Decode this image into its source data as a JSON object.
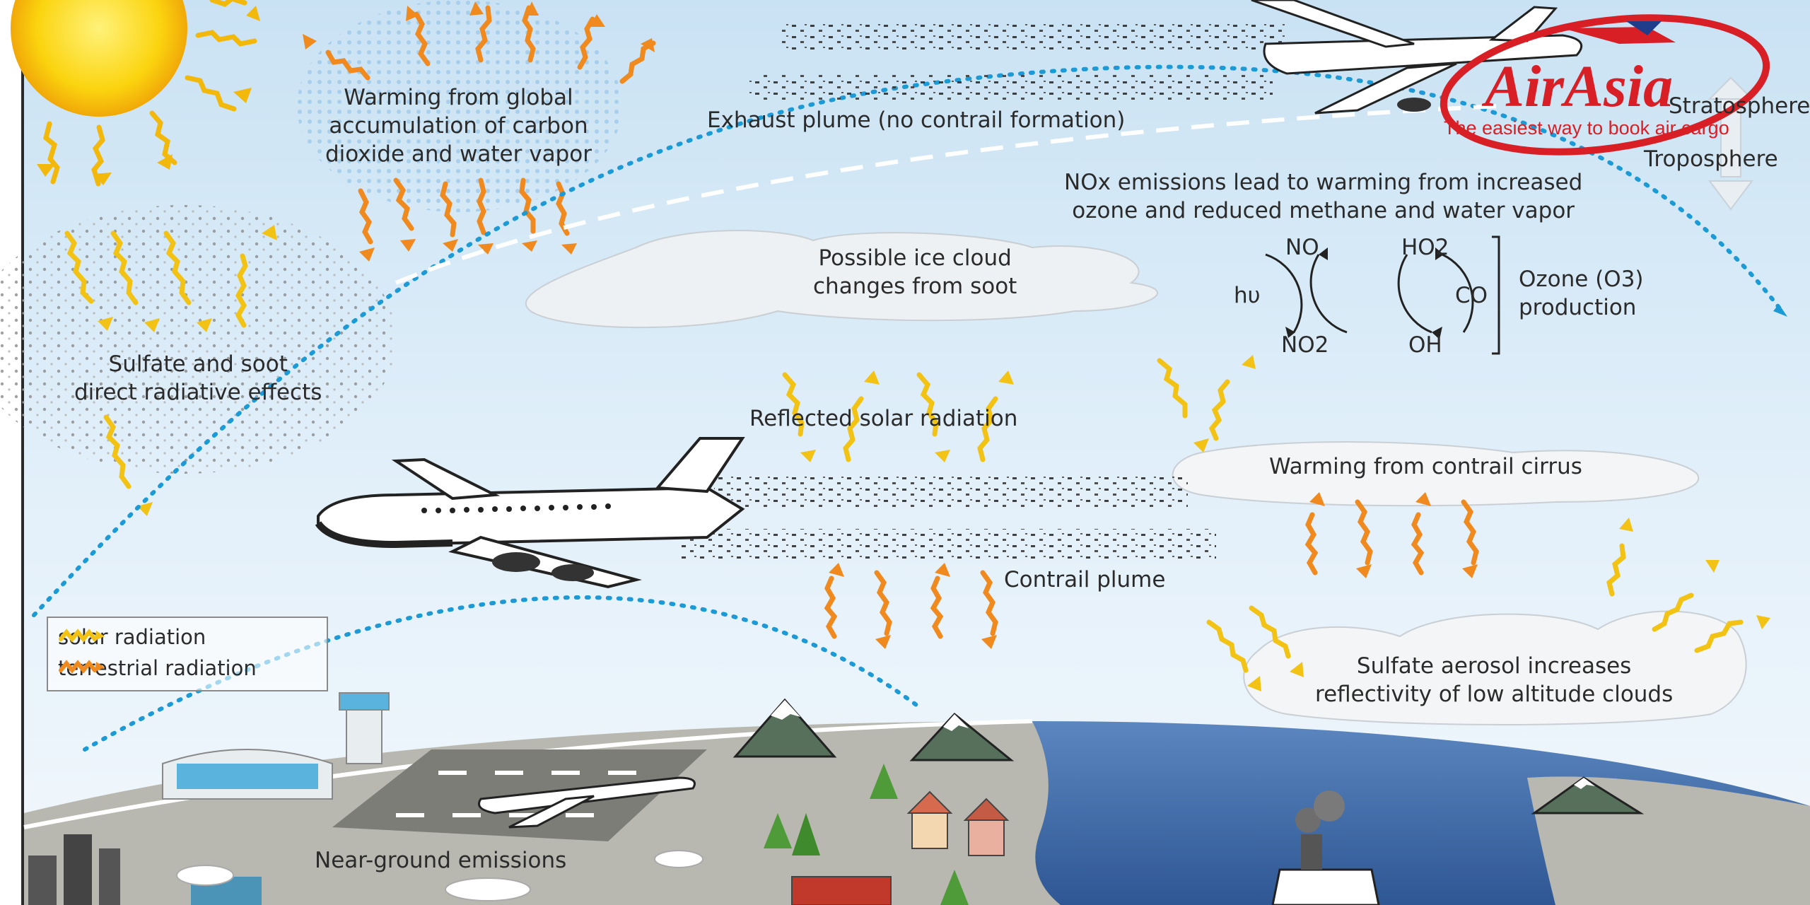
{
  "labels": {
    "warming_global": "Warming from global accumulation of carbon dioxide and water vapor",
    "warming_global_l1": "Warming from global",
    "warming_global_l2": "accumulation of carbon",
    "warming_global_l3": "dioxide and water vapor",
    "exhaust_plume": "Exhaust plume (no contrail formation)",
    "stratosphere": "Stratosphere",
    "troposphere": "Troposphere",
    "nox_l1": "NOx emissions lead to warming from increased",
    "nox_l2": "ozone and reduced methane and water vapor",
    "ice_cloud_l1": "Possible ice cloud",
    "ice_cloud_l2": "changes from soot",
    "sulfate_soot_l1": "Sulfate and soot",
    "sulfate_soot_l2": "direct radiative effects",
    "reflected_solar": "Reflected solar radiation",
    "contrail_cirrus": "Warming from contrail cirrus",
    "contrail_plume": "Contrail plume",
    "sulfate_aerosol_l1": "Sulfate aerosol increases",
    "sulfate_aerosol_l2": "reflectivity of low altitude clouds",
    "near_ground": "Near-ground emissions",
    "ozone_production_l1": "Ozone (O3)",
    "ozone_production_l2": "production"
  },
  "chemistry": {
    "no": "NO",
    "no2": "NO2",
    "hv": "hυ",
    "ho2": "HO2",
    "oh": "OH",
    "co": "CO"
  },
  "legend": {
    "solar": "solar radiation",
    "terrestrial": "terrestrial radiation"
  },
  "brand": {
    "name": "AirAsia",
    "tagline": "The easiest way to book air cargo"
  },
  "colors": {
    "sky_top": "#c9e2f3",
    "sky_bottom": "#eaf4fb",
    "solar": "#f2c314",
    "terrestrial": "#f08a1e",
    "dotted_path": "#1b9ad6",
    "brand_red": "#d81f26",
    "ocean": "#3d6aa8",
    "ground": "#b8b8b0"
  }
}
